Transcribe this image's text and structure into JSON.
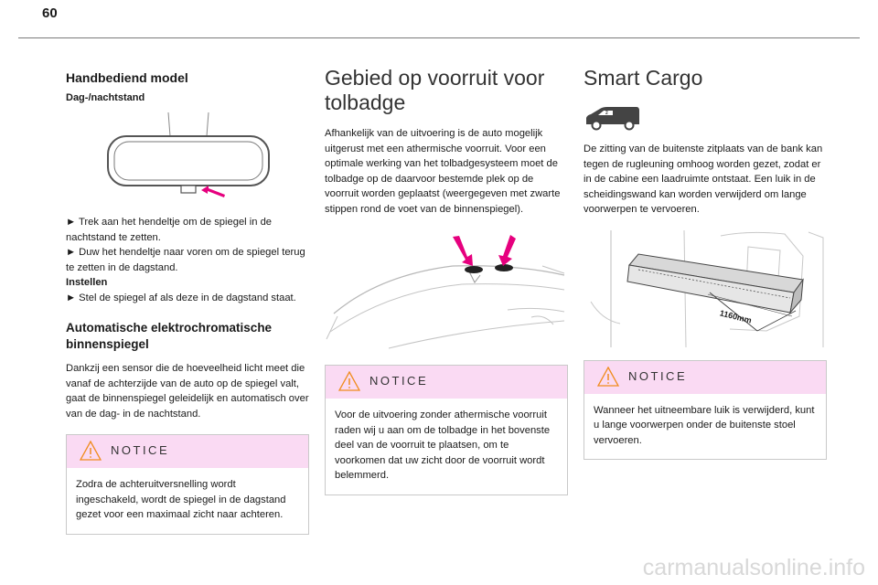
{
  "page": {
    "number": "60"
  },
  "col1": {
    "heading": "Handbediend model",
    "subheading": "Dag-/nachtstand",
    "instructions": [
      "► Trek aan het hendeltje om de spiegel in de nachtstand te zetten.",
      "► Duw het hendeltje naar voren om de spiegel terug te zetten in de dagstand."
    ],
    "instellen_label": "Instellen",
    "instellen_text": "► Stel de spiegel af als deze in de dagstand staat.",
    "heading2": "Automatische elektrochromatische binnenspiegel",
    "body2": "Dankzij een sensor die de hoeveelheid licht meet die vanaf de achterzijde van de auto op de spiegel valt, gaat de binnenspiegel geleidelijk en automatisch over van de dag- in de nachtstand.",
    "notice_label": "NOTICE",
    "notice_text": "Zodra de achteruitversnelling wordt ingeschakeld, wordt de spiegel in de dagstand gezet voor een maximaal zicht naar achteren."
  },
  "col2": {
    "heading": "Gebied op voorruit voor tolbadge",
    "body": "Afhankelijk van de uitvoering is de auto mogelijk uitgerust met een athermische voorruit. Voor een optimale werking van het tolbadgesysteem moet de tolbadge op de daarvoor bestemde plek op de voorruit worden geplaatst (weergegeven met zwarte stippen rond de voet van de binnenspiegel).",
    "notice_label": "NOTICE",
    "notice_text": "Voor de uitvoering zonder athermische voorruit raden wij u aan om de tolbadge in het bovenste deel van de voorruit te plaatsen, om te voorkomen dat uw zicht door de voorruit wordt belemmerd."
  },
  "col3": {
    "heading": "Smart Cargo",
    "body": "De zitting van de buitenste zitplaats van de bank kan tegen de rugleuning omhoog worden gezet, zodat er in de cabine een laadruimte ontstaat. Een luik in de scheidingswand kan worden verwijderd om lange voorwerpen te vervoeren.",
    "dimension_label": "1160mm",
    "van_badge": "2",
    "notice_label": "NOTICE",
    "notice_text": "Wanneer het uitneembare luik is verwijderd, kunt u lange voorwerpen onder de buitenste stoel vervoeren."
  },
  "watermark": "carmanualsonline.info",
  "colors": {
    "notice_bg": "#fadaf3",
    "arrow_magenta": "#e6007e",
    "warning_orange": "#f08c1e"
  }
}
